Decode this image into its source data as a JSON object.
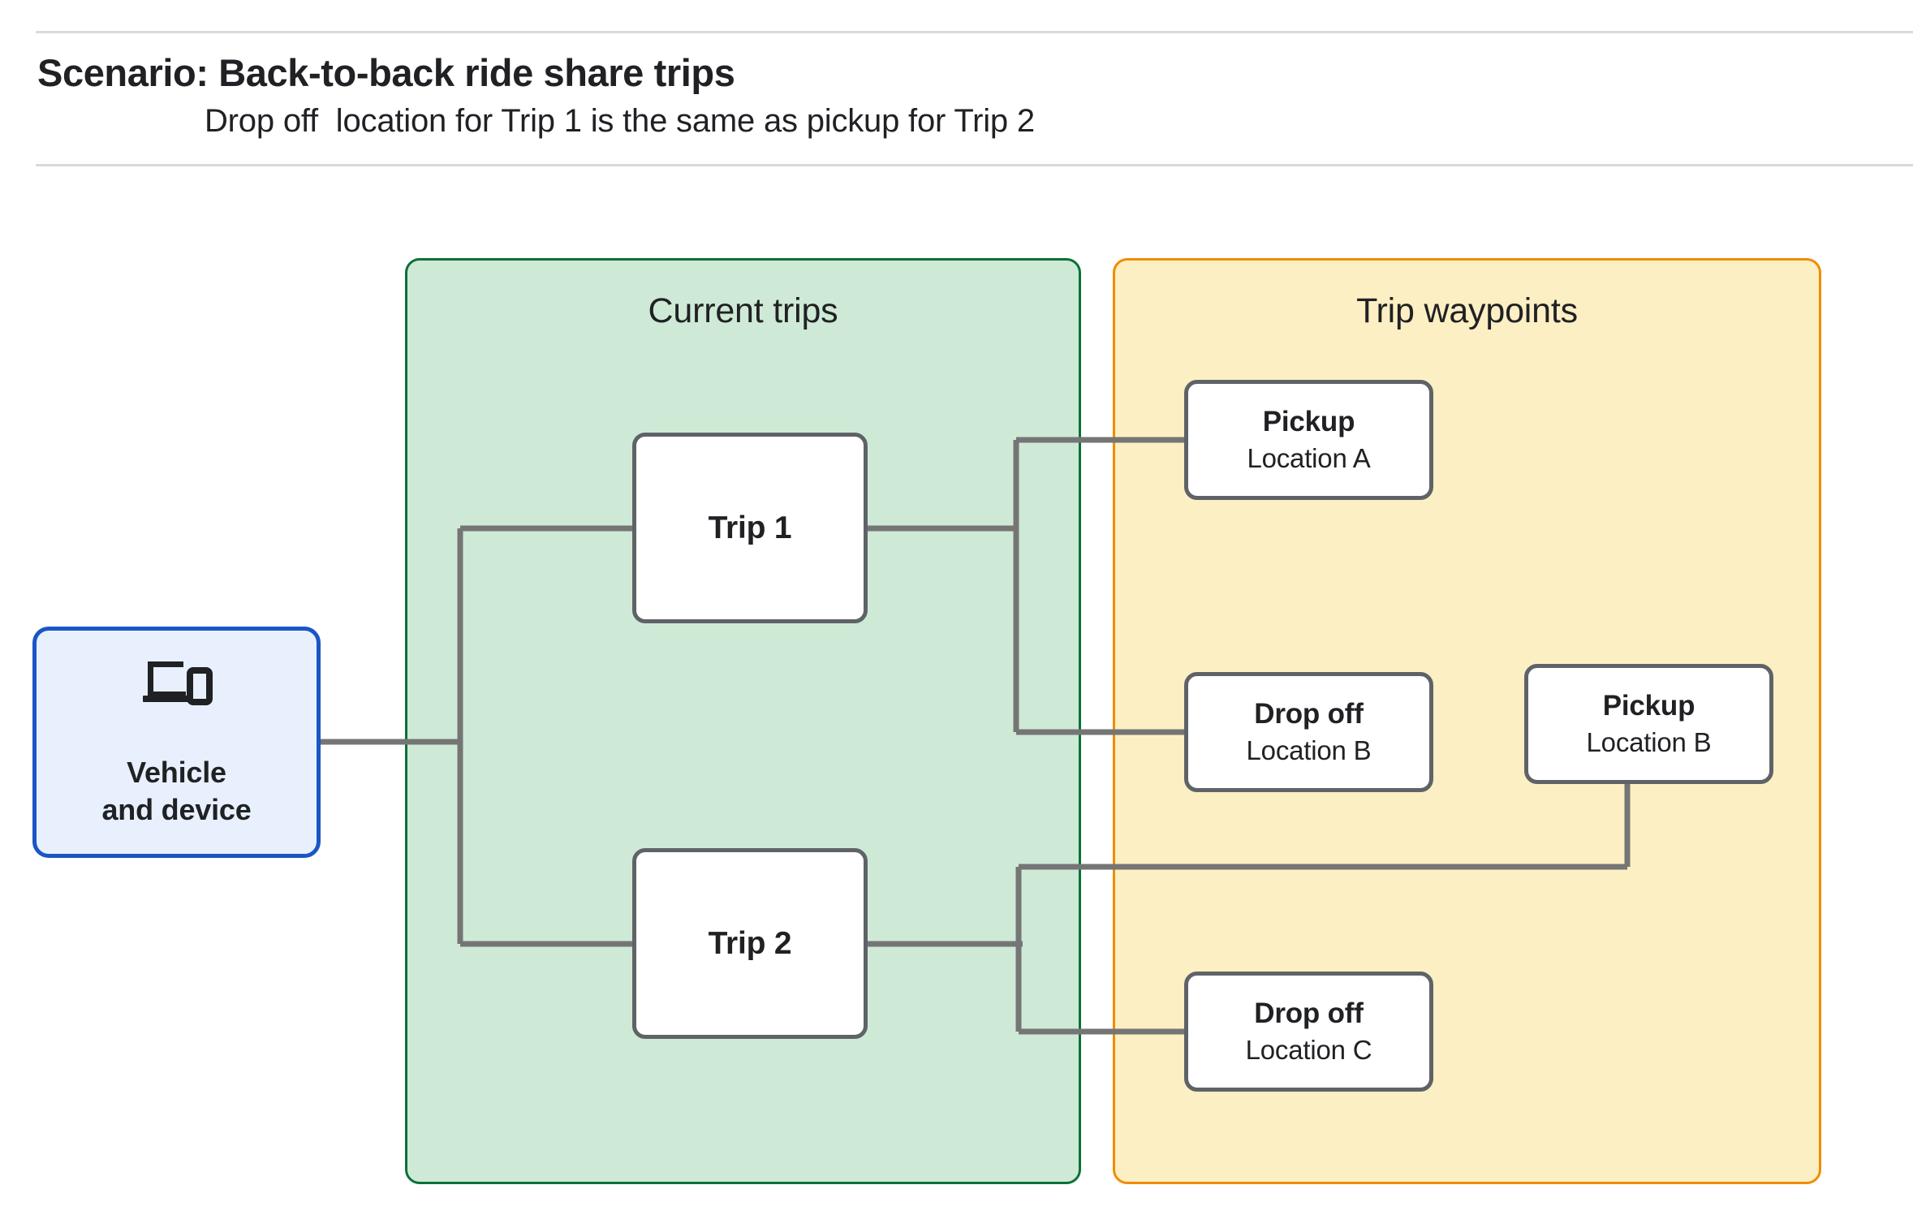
{
  "header": {
    "title": "Scenario: Back-to-back ride share trips",
    "subtitle": "Drop off  location for Trip 1 is the same as pickup for Trip 2"
  },
  "groups": {
    "current_trips": {
      "title": "Current trips"
    },
    "trip_waypoints": {
      "title": "Trip waypoints"
    }
  },
  "nodes": {
    "vehicle": {
      "label": "Vehicle\nand device",
      "icon": "devices-icon"
    },
    "trip_1": {
      "label": "Trip 1"
    },
    "trip_2": {
      "label": "Trip 2"
    },
    "pickup_a": {
      "title": "Pickup",
      "location": "Location A"
    },
    "dropoff_b": {
      "title": "Drop off",
      "location": "Location B"
    },
    "pickup_b": {
      "title": "Pickup",
      "location": "Location B"
    },
    "dropoff_c": {
      "title": "Drop off",
      "location": "Location C"
    }
  },
  "colors": {
    "current_trips_fill": "#ceead6",
    "current_trips_border": "#0b7138",
    "trip_waypoints_fill": "#fcefc3",
    "trip_waypoints_border": "#f08c00",
    "vehicle_fill": "#e8f0fe",
    "vehicle_border": "#1a56c4",
    "node_border": "#5f6368",
    "connector": "#757575",
    "rule": "#d9d9d9",
    "text": "#202124"
  },
  "connections": [
    {
      "from": "vehicle",
      "to": "trip_1"
    },
    {
      "from": "vehicle",
      "to": "trip_2"
    },
    {
      "from": "trip_1",
      "to": "pickup_a"
    },
    {
      "from": "trip_1",
      "to": "dropoff_b"
    },
    {
      "from": "trip_2",
      "to": "pickup_b"
    },
    {
      "from": "trip_2",
      "to": "dropoff_c"
    }
  ]
}
